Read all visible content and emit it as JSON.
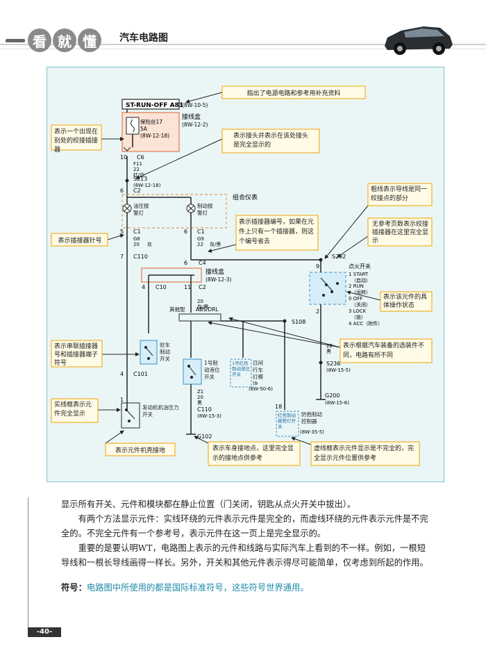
{
  "header": {
    "logo_chars": [
      "看",
      "就",
      "懂"
    ],
    "section_title": "汽车电路图",
    "page_number": "-40-"
  },
  "diagram": {
    "title_box": "ST-RUN-OFF A81",
    "title_ref": "(8W-10-5)",
    "junction_box1": "接线盒",
    "junction_box1_ref": "(8W-12-2)",
    "fuse_label": "保险丝17",
    "fuse_amp": "5A",
    "fuse_ref": "(8W-12-18)",
    "pin_10": "10",
    "conn_c6": "C6",
    "wire_f11": "F11",
    "wire_f11_gauge": "22",
    "wire_f11_color": "红/白",
    "splice_s213": "S213",
    "splice_s213_ref": "(8W-12-18)",
    "pin_6": "6",
    "conn_c2": "C2",
    "cluster_label": "组合仪表",
    "lamp_oil": "油压报警灯",
    "lamp_brake": "制动报警灯",
    "pin_5": "5",
    "pin_6b": "6",
    "conn_c1a": "C1",
    "conn_c1b": "C1",
    "wire_g6": "G6",
    "wire_g6_gauge": "20",
    "wire_g6_color": "灰",
    "wire_g9": "G9",
    "wire_g9_gauge": "22",
    "wire_g9_color": "灰/黑",
    "pin_7": "7",
    "conn_c110": "C110",
    "splice_s202": "S202",
    "pin_9": "9",
    "pin_2": "2",
    "ign_switch": "点火开关",
    "ign_1": "1 START",
    "ign_1b": "（启动）",
    "ign_2": "2 RUN",
    "ign_2b": "（运转）",
    "ign_0": "0 OFF",
    "ign_0b": "（关闭）",
    "ign_3": "3 LOCK",
    "ign_3b": "（锁）",
    "ign_4": "4 ACC（附件）",
    "pin_6c": "6",
    "conn_c4": "C4",
    "junction_box2": "接线盒",
    "junction_box2_ref": "(8W-12-3)",
    "pin_4": "4",
    "conn_c10": "C10",
    "pin_11": "11",
    "conn_c2b": "C2",
    "wire_g9b_gauge": "20",
    "wire_g9b_color": "灰/黑",
    "other_type": "其他型",
    "abs_drl": "ABS/DRL",
    "splice_s108": "S108",
    "park_brake_sw": "驻车制动开关",
    "brake_fluid_sw": "1号制动液位开关",
    "drl_module": "日间行车灯模块",
    "drl_inner": "1号红色制动液位开关",
    "drl_ref": "(8W-50-6)",
    "abs_module": "防抱制动控制器",
    "abs_inner": "红色制动报警灯开关",
    "abs_ref": "(8W-35-5)",
    "pin_18": "18",
    "pin_4b": "4",
    "conn_c101": "C101",
    "pin_1": "1",
    "oil_sw": "发动机机油压力开关",
    "wire_z1_a": "Z1",
    "wire_z1_a_gauge": "20",
    "wire_z1_a_color": "黑",
    "conn_c110b": "C110",
    "conn_c110b_ref": "(8W-15-3)",
    "ground_g102": "G102",
    "splice_s236": "S236",
    "splice_s236_ref": "(8W-15-5)",
    "ground_g200": "G200",
    "ground_g200_ref": "(8W-15-6)",
    "pin_2b": "2",
    "pin_1b": "1",
    "wire_z1_b_gauge": "22",
    "wire_z1_b_color": "黑"
  },
  "callouts": {
    "c1": "指出了电源电路和参考用补充资料",
    "c2": "表示一个出现在别处的绞接插接器",
    "c3": "表示接头并表示在该处接头是完全显示的",
    "c4": "粗线表示导线是同一绞接点的部分",
    "c5": "表示插接器编号，如果在元件上只有一个插接器，则这个编号省去",
    "c6": "表示插接器针号",
    "c7": "无参考页数表示绞接插接器在这里完全显示",
    "c8": "表示该元件的具体操作状态",
    "c9": "表示根据汽车装备的选装件不同，电路有所不同",
    "c10": "表示串联插接器号和插接器端子符号",
    "c11": "实线框表示元件完全显示",
    "c12": "表示元件机壳接地",
    "c13": "表示车身接地点，这里完全显示的接地点供参考",
    "c14": "虚线框表示元件显示是不完全的，完全显示元件位置供参考"
  },
  "body": {
    "p1": "显示所有开关、元件和模块都在静止位置（门关闭，钥匙从点火开关中拔出）。",
    "p2": "有两个方法显示元件：实线环绕的元件表示元件是完全的，而虚线环绕的元件表示元件是不完全的。不完全元件有一个参考号，表示元件在这一页上是完全显示的。",
    "p3": "重要的是要认明WT，电路图上表示的元件和线路与实际汽车上看到的不一样。例如，一根短导线和一根长导线画得一样长。另外，开关和其他元件表示得尽可能简单，仅考虑到所起的作用。",
    "symbol_key": "符号：",
    "symbol_value": "电路图中所使用的都是国际标准符号，这些符号世界通用。"
  },
  "colors": {
    "callout_border": "#f0a000",
    "callout_fill": "#fffbe6",
    "frame_fill": "#eaf6f6",
    "symbol_blue": "#1e88a8"
  }
}
